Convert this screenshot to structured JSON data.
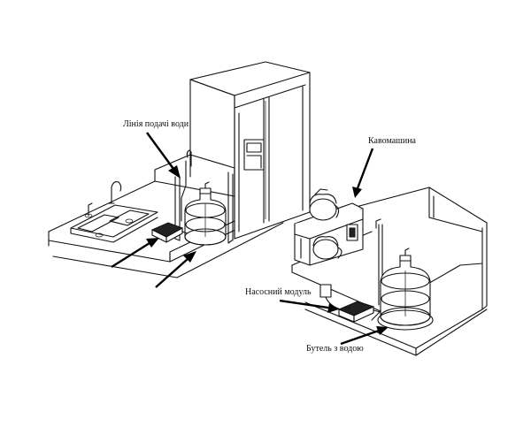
{
  "labels": {
    "water_supply_line": "Лінія подачі води",
    "coffee_machine": "Кавомашина",
    "pump_module": "Насосний модуль",
    "water_bottle": "Бутель з водою"
  }
}
